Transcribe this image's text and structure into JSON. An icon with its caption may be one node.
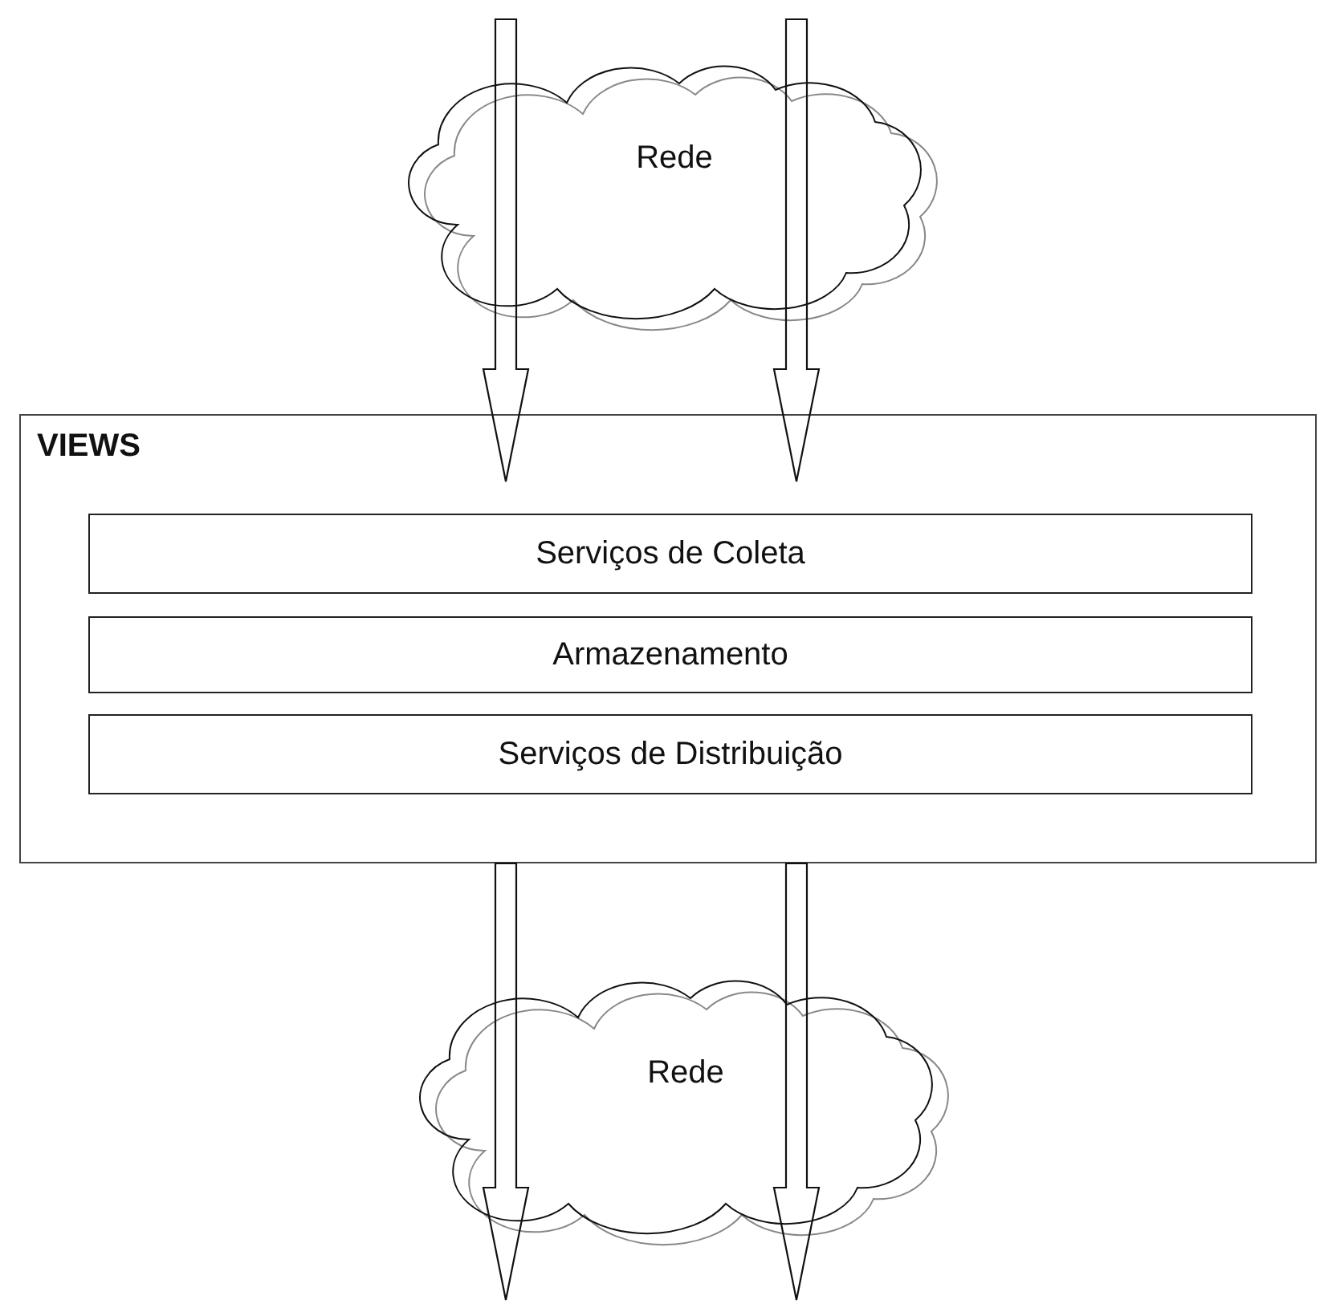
{
  "diagram": {
    "nodes": [
      {
        "text": [
          "Rede"
        ]
      },
      {
        "text": [
          "VIEWS"
        ]
      },
      {
        "text": [
          "Serviços de Coleta"
        ],
        "in": 1
      },
      {
        "text": [
          "Armazenamento"
        ],
        "in": 1
      },
      {
        "text": [
          "Serviços de Distribuição"
        ],
        "in": 1
      },
      {
        "text": [
          "Rede"
        ]
      }
    ],
    "edges": [
      {
        "from": null,
        "to": 1,
        "arrow": "to"
      },
      {
        "from": null,
        "to": 1,
        "arrow": "to"
      },
      {
        "from": 1,
        "to": null,
        "arrow": "to"
      },
      {
        "from": 1,
        "to": null,
        "arrow": "to"
      }
    ]
  }
}
